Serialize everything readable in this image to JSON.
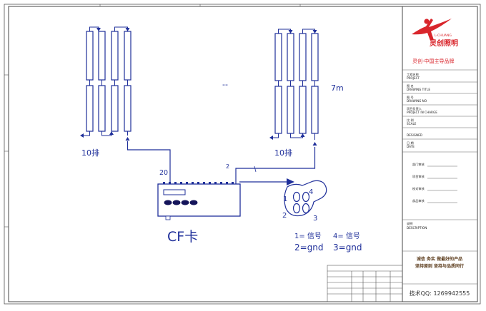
{
  "diagram": {
    "groups": {
      "left_label": "10排",
      "right_label": "10排",
      "height_label": "7m",
      "gap_mark": "--"
    },
    "wiring": {
      "left_pin": "20",
      "right_pin": "2"
    },
    "controller": {
      "label": "CF卡"
    },
    "connector": {
      "pin1": "1",
      "pin2": "2",
      "pin3": "3",
      "pin4": "4"
    },
    "legend": {
      "line1": "1= 信号",
      "line2": "2=gnd",
      "line3": "4= 信号",
      "line4": "3=gnd"
    }
  },
  "title_block": {
    "logo_text": "灵创照明",
    "logo_sub": "L-CHUANG",
    "slogan": "灵创-中国主导品牌",
    "fields": [
      {
        "cn": "工程名称",
        "en": "PROJECT"
      },
      {
        "cn": "图 名",
        "en": "DRAWING TITLE"
      },
      {
        "cn": "图 号",
        "en": "DRAWING NO"
      },
      {
        "cn": "项目负责人",
        "en": "PROJECT IN CHARGE"
      },
      {
        "cn": "比 例",
        "en": "SCALE"
      },
      {
        "cn": "",
        "en": "DESIGNED"
      },
      {
        "cn": "日 期",
        "en": "DATE"
      }
    ],
    "approvals": [
      "部门审核",
      "项目审核",
      "校对审核",
      "部品审核"
    ],
    "notes_cn": "说明",
    "notes_en": "DESCRIPTION",
    "motto1": "诚信 务实 做最好的产品",
    "motto2": "坚持原则 坚持与品质同行",
    "contact": "技术QQ: 1269942555"
  },
  "colors": {
    "line": "#1f2f9a",
    "tube_fill": "#ffffff",
    "logo_red": "#d9262c"
  }
}
